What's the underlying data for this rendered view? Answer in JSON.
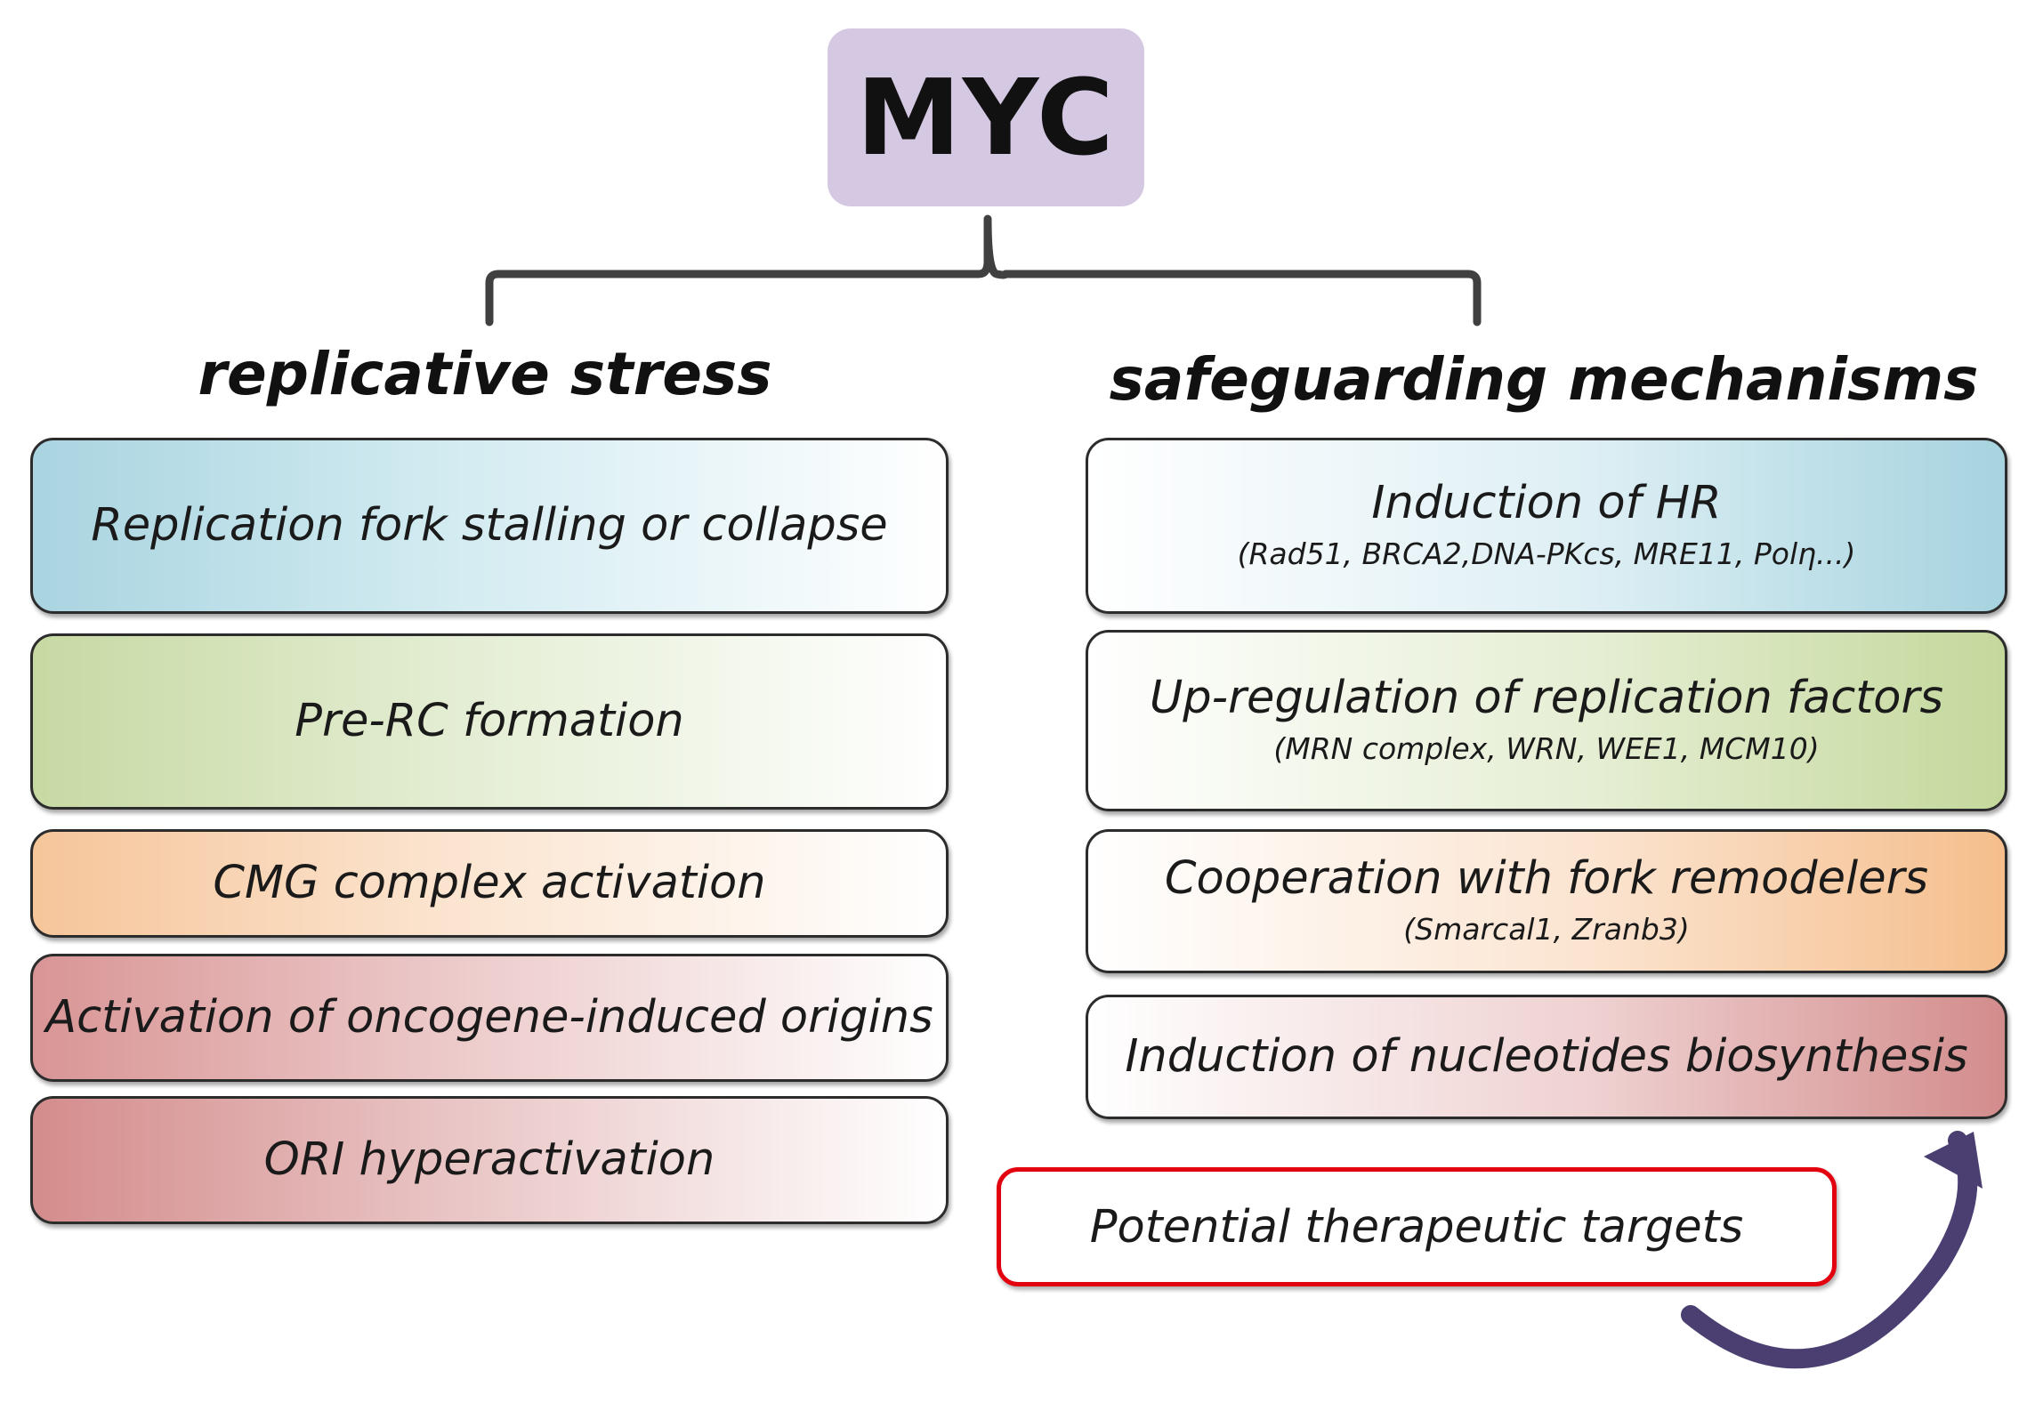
{
  "root": {
    "label": "MYC"
  },
  "headings": {
    "left": "replicative stress",
    "right": "safeguarding mechanisms"
  },
  "replicative_stress": [
    {
      "label": "Replication fork stalling or collapse"
    },
    {
      "label": "Pre-RC formation"
    },
    {
      "label": "CMG complex activation"
    },
    {
      "label": "Activation of oncogene-induced origins"
    },
    {
      "label": "ORI hyperactivation"
    }
  ],
  "safeguarding": [
    {
      "label": "Induction of HR",
      "detail": "(Rad51, BRCA2,DNA-PKcs, MRE11, Polη...)"
    },
    {
      "label": "Up-regulation of replication factors",
      "detail": "(MRN complex, WRN, WEE1, MCM10)"
    },
    {
      "label": "Cooperation with fork remodelers",
      "detail": "(Smarcal1, Zranb3)"
    },
    {
      "label": "Induction of nucleotides biosynthesis"
    }
  ],
  "targets": {
    "label": "Potential therapeutic targets"
  },
  "colors": {
    "myc_fill": "#d4c8e2",
    "blue": "#a9d4e0",
    "green": "#c7d9a3",
    "orange": "#f6c59a",
    "red": "#d99595",
    "target_border": "#e3000f",
    "arrow": "#4b3f72",
    "bracket": "#404040"
  }
}
